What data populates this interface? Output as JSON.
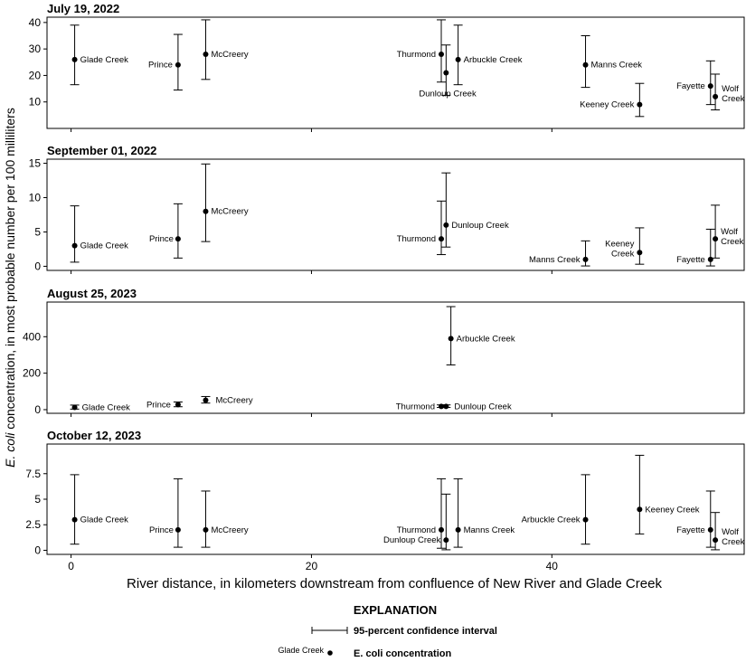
{
  "chart_data": [
    {
      "type": "scatter",
      "title": "July 19, 2022",
      "ylim": [
        0,
        42
      ],
      "yticks": [
        10,
        20,
        30,
        40
      ],
      "points": [
        {
          "name": "Glade Creek",
          "x": 0.3,
          "y": 26,
          "lo": 16.5,
          "hi": 39
        },
        {
          "name": "Prince",
          "x": 8.9,
          "y": 24,
          "lo": 14.5,
          "hi": 35.5
        },
        {
          "name": "McCreery",
          "x": 11.2,
          "y": 28,
          "lo": 18.5,
          "hi": 41
        },
        {
          "name": "Thurmond",
          "x": 30.8,
          "y": 28,
          "lo": 17.5,
          "hi": 41
        },
        {
          "name": "Dunloup Creek",
          "x": 31.2,
          "y": 21,
          "lo": 12.5,
          "hi": 31.5
        },
        {
          "name": "Arbuckle Creek",
          "x": 32.2,
          "y": 26,
          "lo": 16.5,
          "hi": 39
        },
        {
          "name": "Manns Creek",
          "x": 42.8,
          "y": 24,
          "lo": 15.5,
          "hi": 35
        },
        {
          "name": "Keeney Creek",
          "x": 47.3,
          "y": 9,
          "lo": 4.5,
          "hi": 17
        },
        {
          "name": "Fayette",
          "x": 53.2,
          "y": 16,
          "lo": 9,
          "hi": 25.5
        },
        {
          "name": "Wolf Creek",
          "x": 53.6,
          "y": 12,
          "lo": 7,
          "hi": 20.5
        }
      ]
    },
    {
      "type": "scatter",
      "title": "September 01, 2022",
      "ylim": [
        -0.6,
        15.6
      ],
      "yticks": [
        0,
        5,
        10,
        15
      ],
      "points": [
        {
          "name": "Glade Creek",
          "x": 0.3,
          "y": 3,
          "lo": 0.6,
          "hi": 8.8
        },
        {
          "name": "Prince",
          "x": 8.9,
          "y": 4,
          "lo": 1.2,
          "hi": 9.1
        },
        {
          "name": "McCreery",
          "x": 11.2,
          "y": 8,
          "lo": 3.6,
          "hi": 14.9
        },
        {
          "name": "Thurmond",
          "x": 30.8,
          "y": 4,
          "lo": 1.7,
          "hi": 9.5
        },
        {
          "name": "Dunloup Creek",
          "x": 31.2,
          "y": 6,
          "lo": 2.8,
          "hi": 13.6
        },
        {
          "name": "Manns Creek",
          "x": 42.8,
          "y": 1,
          "lo": 0.05,
          "hi": 3.7
        },
        {
          "name": "Keeney Creek",
          "x": 47.3,
          "y": 2,
          "lo": 0.3,
          "hi": 5.6
        },
        {
          "name": "Fayette",
          "x": 53.2,
          "y": 1,
          "lo": 0.05,
          "hi": 5.4
        },
        {
          "name": "Wolf Creek",
          "x": 53.6,
          "y": 4,
          "lo": 1.2,
          "hi": 8.9
        }
      ]
    },
    {
      "type": "scatter",
      "title": "August 25, 2023",
      "ylim": [
        -20,
        590
      ],
      "yticks": [
        0,
        200,
        400
      ],
      "points": [
        {
          "name": "Glade Creek",
          "x": 0.3,
          "y": 12,
          "lo": 3,
          "hi": 25
        },
        {
          "name": "Prince",
          "x": 8.9,
          "y": 28,
          "lo": 16,
          "hi": 42
        },
        {
          "name": "McCreery",
          "x": 11.2,
          "y": 52,
          "lo": 36,
          "hi": 72
        },
        {
          "name": "Thurmond",
          "x": 30.8,
          "y": 18,
          "lo": 12,
          "hi": 26
        },
        {
          "name": "Dunloup Creek",
          "x": 31.2,
          "y": 18,
          "lo": 12,
          "hi": 26
        },
        {
          "name": "Arbuckle Creek",
          "x": 31.6,
          "y": 390,
          "lo": 245,
          "hi": 565
        }
      ]
    },
    {
      "type": "scatter",
      "title": "October 12, 2023",
      "ylim": [
        -0.4,
        10.4
      ],
      "yticks": [
        0,
        2.5,
        5,
        7.5
      ],
      "ytick_labels": [
        "0",
        "2.5",
        "5",
        "7.5"
      ],
      "points": [
        {
          "name": "Glade Creek",
          "x": 0.3,
          "y": 3,
          "lo": 0.6,
          "hi": 7.4
        },
        {
          "name": "Prince",
          "x": 8.9,
          "y": 2,
          "lo": 0.3,
          "hi": 7
        },
        {
          "name": "McCreery",
          "x": 11.2,
          "y": 2,
          "lo": 0.3,
          "hi": 5.8
        },
        {
          "name": "Thurmond",
          "x": 30.8,
          "y": 2,
          "lo": 0.2,
          "hi": 7
        },
        {
          "name": "Dunloup Creek",
          "x": 31.2,
          "y": 1,
          "lo": 0.05,
          "hi": 5.5
        },
        {
          "name": "Manns Creek",
          "x": 32.2,
          "y": 2,
          "lo": 0.3,
          "hi": 7
        },
        {
          "name": "Arbuckle Creek",
          "x": 42.8,
          "y": 3,
          "lo": 0.6,
          "hi": 7.4
        },
        {
          "name": "Keeney Creek",
          "x": 47.3,
          "y": 4,
          "lo": 1.6,
          "hi": 9.3
        },
        {
          "name": "Fayette",
          "x": 53.2,
          "y": 2,
          "lo": 0.3,
          "hi": 5.8
        },
        {
          "name": "Wolf Creek",
          "x": 53.6,
          "y": 1,
          "lo": 0.05,
          "hi": 3.7
        }
      ]
    }
  ],
  "x_axis": {
    "label": "River distance, in kilometers downstream from confluence of New River and Glade Creek",
    "xlim": [
      -2,
      56
    ],
    "ticks": [
      0,
      20,
      40
    ]
  },
  "y_axis": {
    "label_italic": "E. coli",
    "label_rest": " concentration, in most probable number per 100 milliliters"
  },
  "legend": {
    "title": "EXPLANATION",
    "ci_label": "95-percent confidence interval",
    "point_sample": "Glade Creek",
    "point_label": "E. coli concentration"
  },
  "colors": {
    "ink": "#000000",
    "background": "#ffffff"
  }
}
